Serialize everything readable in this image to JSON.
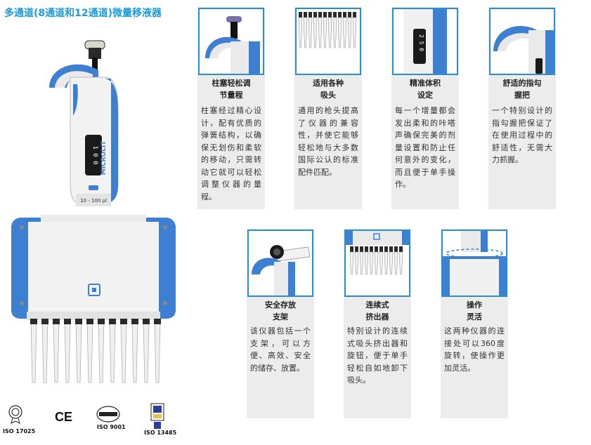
{
  "header": {
    "title": "多通道(8通道和12通道)微量移液器"
  },
  "pipette": {
    "brand": "MICROLIT",
    "volume_display": "1 0 0",
    "range_label": "10 - 100 µl"
  },
  "features": [
    {
      "title_line1": "柱塞轻松调",
      "title_line2": "节量程",
      "desc": "柱塞经过精心设计，配有优质的弹簧结构，以确保无划伤和柔软的移动，只需转动它就可以轻松调整仪器的量程。"
    },
    {
      "title_line1": "适用各种",
      "title_line2": "吸头",
      "desc": "通用的枪头提高了仪器的兼容性，并使它能够轻松地与大多数国际公认的标准配件匹配。"
    },
    {
      "title_line1": "精准体积",
      "title_line2": "设定",
      "desc": "每一个增量都会发出柔和的咔嗒声确保完美的剂量设置和防止任何意外的变化，而且便于单手操作。"
    },
    {
      "title_line1": "舒适的指勾",
      "title_line2": "握把",
      "desc": "一个特别设计的指勾握把保证了在使用过程中的舒适性，无需大力抓握。"
    },
    {
      "title_line1": "安全存放",
      "title_line2": "支架",
      "desc": "该仪器包括一个支架，可以方便、高效、安全的储存、放置。"
    },
    {
      "title_line1": "连续式",
      "title_line2": "挤出器",
      "desc": "特别设计的连续式吸头挤出器和旋钮，便于单手轻松自如地卸下吸头。"
    },
    {
      "title_line1": "操作",
      "title_line2": "灵活",
      "desc": "这两种仪器的连接处可以360度旋转，使操作更加灵活。"
    }
  ],
  "certifications": [
    {
      "label": "ISO 17025"
    },
    {
      "label": "CE"
    },
    {
      "label": "ISO 9001"
    },
    {
      "label": "ISO 13485"
    }
  ],
  "colors": {
    "accent": "#2a8fd0",
    "pipette_blue": "#3d7fd0",
    "card_bg": "#ececec"
  }
}
